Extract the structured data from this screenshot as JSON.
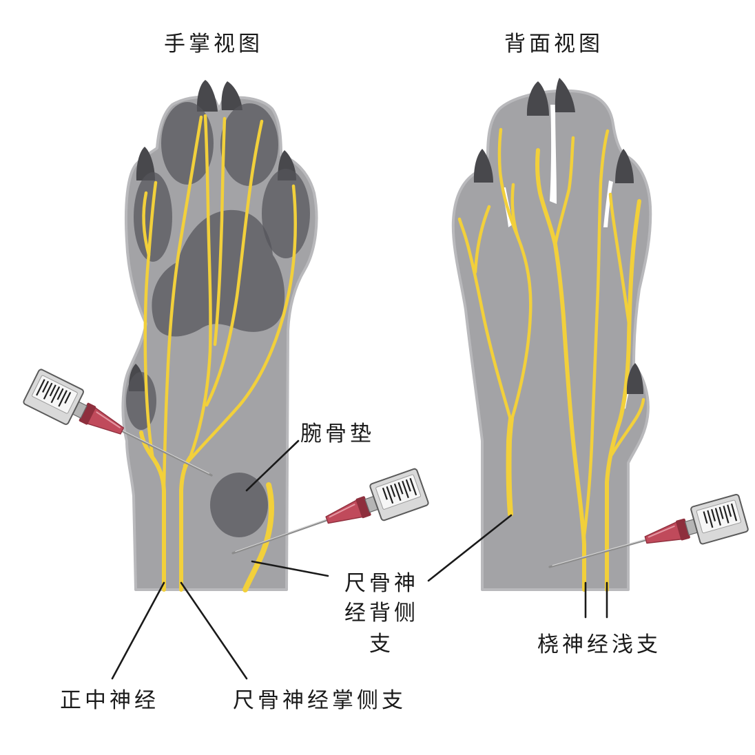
{
  "titles": {
    "palmar_view": "手掌视图",
    "dorsal_view": "背面视图"
  },
  "labels": {
    "carpal_pad": "腕骨垫",
    "ulnar_nerve_dorsal_branch": [
      "尺骨神",
      "经背侧",
      "支"
    ],
    "median_nerve": "正中神经",
    "ulnar_nerve_palmar_branch": "尺骨神经掌侧支",
    "superficial_radial_nerve": "桡神经浅支"
  },
  "colors": {
    "background": "#ffffff",
    "limb": "#a3a3a6",
    "limb_edge": "#b9b9bc",
    "pad": "#55555a",
    "claw": "#48484c",
    "nerve": "#f2d03b",
    "needle": "#8c8c8c",
    "hub": "#c04a5b",
    "hub_dark": "#8e2f3d",
    "barrel": "#d9d9d9",
    "ink": "#1a1a1a"
  }
}
